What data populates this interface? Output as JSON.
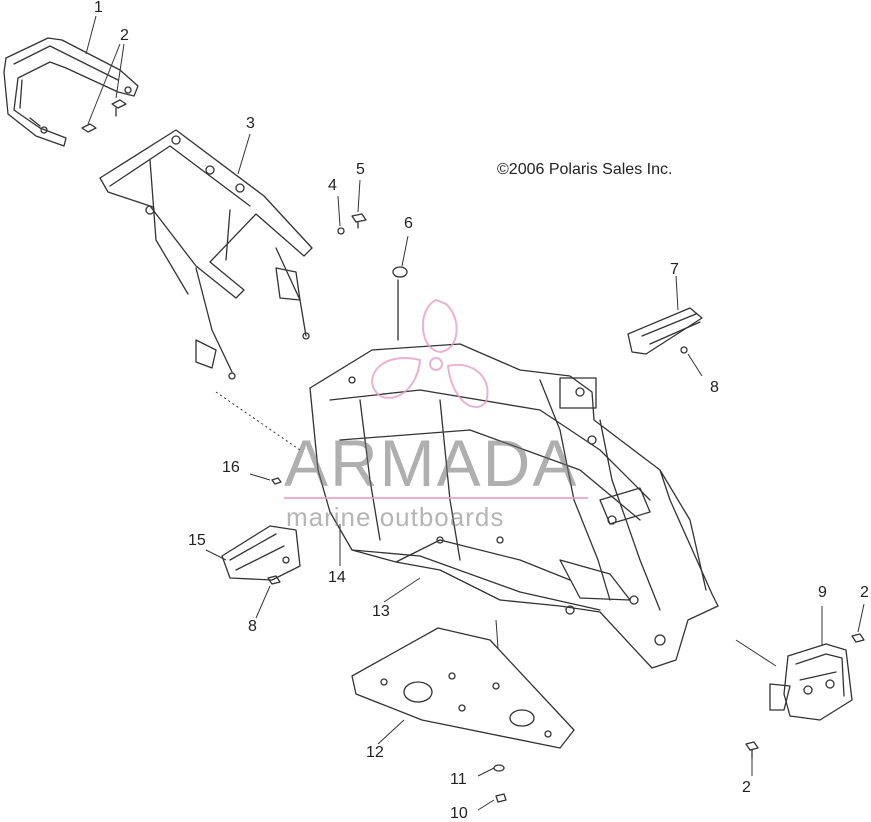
{
  "copyright": "©2006 Polaris Sales Inc.",
  "watermark": {
    "title": "ARMADA",
    "subtitle": "marine outboards",
    "logo_color": "#e6a0c4",
    "text_color": "#6e6e6e"
  },
  "callouts": {
    "c1": "1",
    "c2_top": "2",
    "c3": "3",
    "c4": "4",
    "c5": "5",
    "c6": "6",
    "c7": "7",
    "c8_right": "8",
    "c9": "9",
    "c2_right": "2",
    "c16": "16",
    "c15": "15",
    "c14": "14",
    "c13": "13",
    "c8_left": "8",
    "c12": "12",
    "c11": "11",
    "c10": "10",
    "c2_bottom": "2"
  },
  "line_color": "#333333"
}
